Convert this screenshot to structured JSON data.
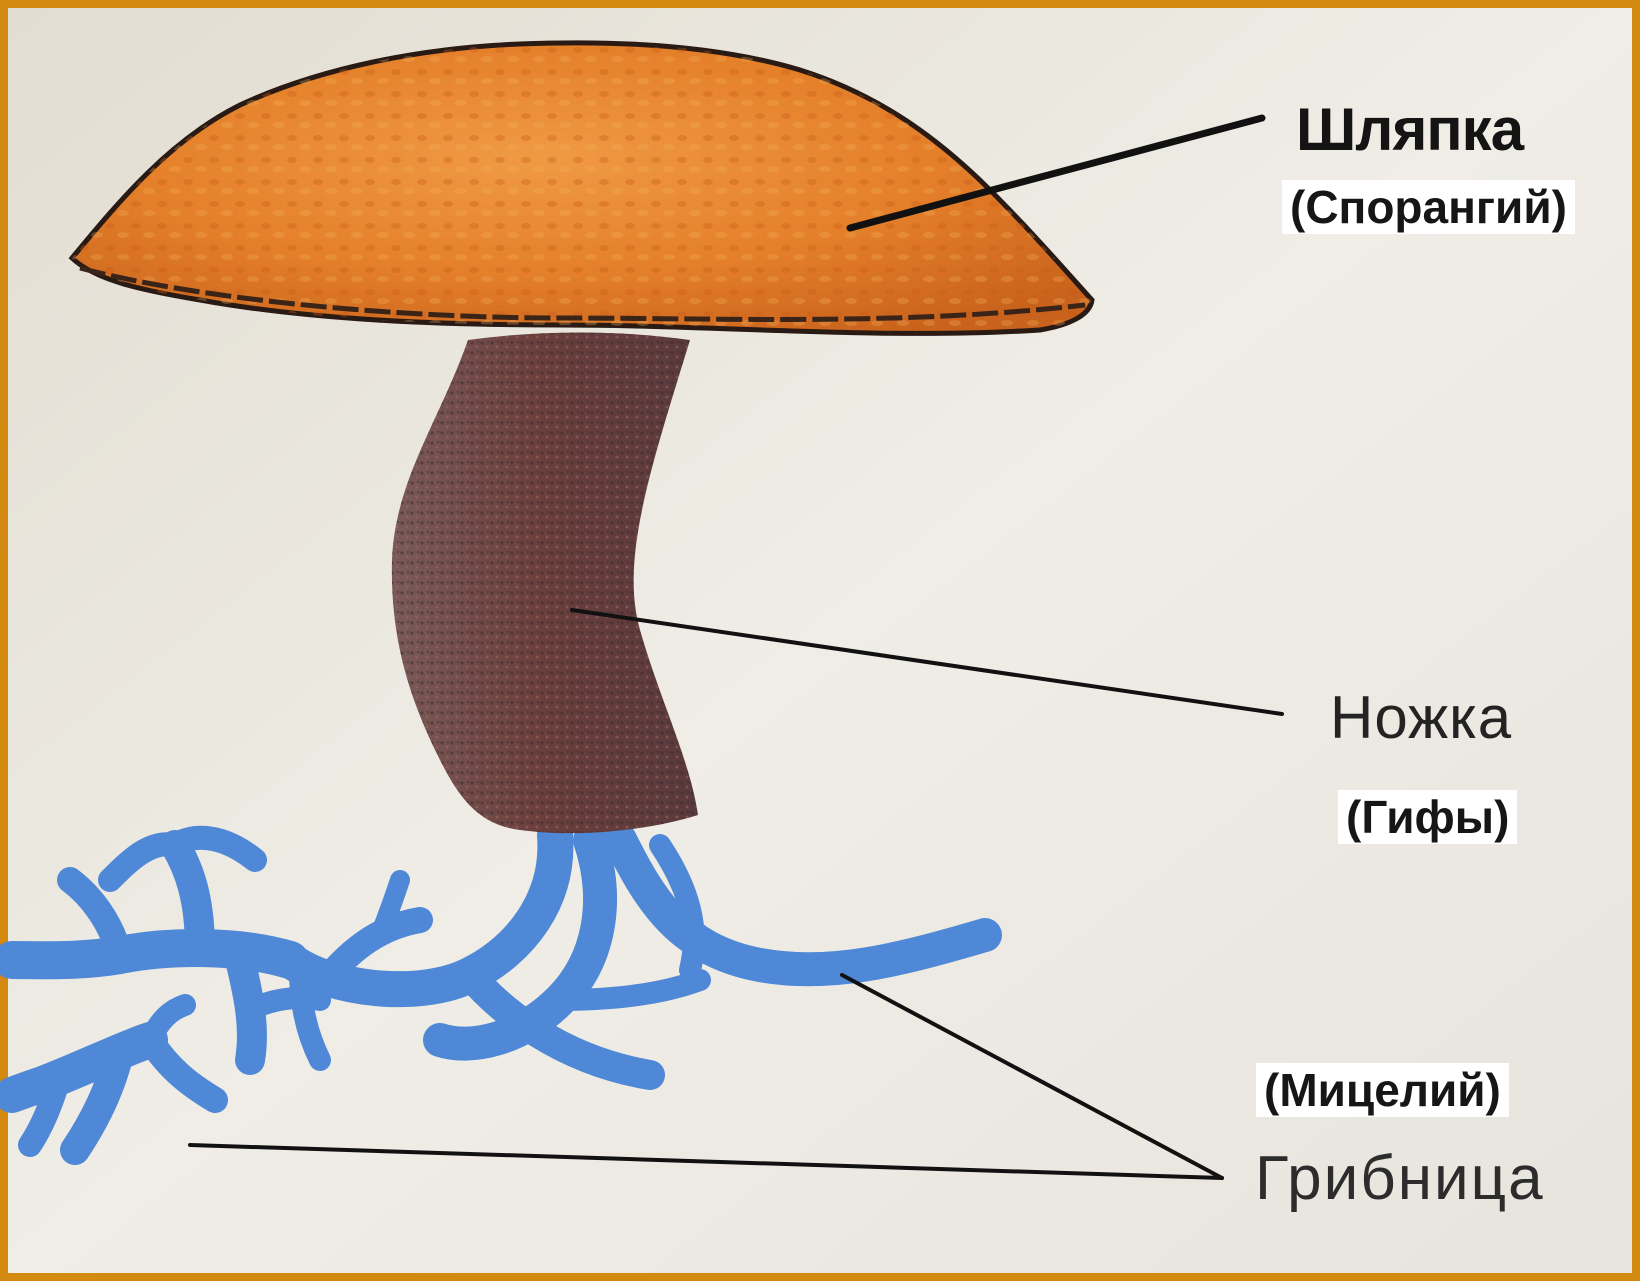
{
  "diagram": {
    "labels": {
      "cap": "Шляпка",
      "cap_sub": "(Спорангий)",
      "stem": "Ножка",
      "stem_sub": "(Гифы)",
      "mycelium_sub": "(Мицелий)",
      "mycelium": "Грибница"
    },
    "colors": {
      "frame": "#d48a10",
      "background": "#eae7dc",
      "cap": "#e8862e",
      "cap_dark": "#c8561c",
      "stem": "#6e4a48",
      "mycelium": "#4f88d6",
      "pointer_lines": "#111111",
      "label_box": "#ffffff"
    }
  }
}
